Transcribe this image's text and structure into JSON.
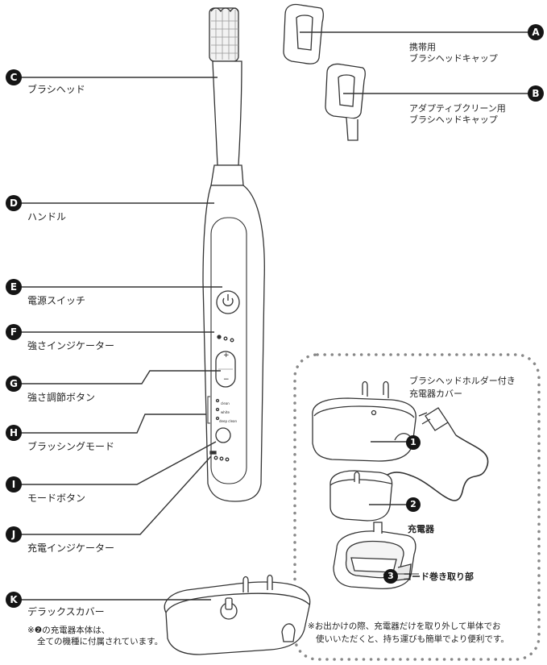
{
  "parts": {
    "a": {
      "badge": "A",
      "line1": "携帯用",
      "line2": "ブラシヘッドキャップ"
    },
    "b": {
      "badge": "B",
      "line1": "アダプティブクリーン用",
      "line2": "ブラシヘッドキャップ"
    },
    "c": {
      "badge": "C",
      "label": "ブラシヘッド"
    },
    "d": {
      "badge": "D",
      "label": "ハンドル"
    },
    "e": {
      "badge": "E",
      "label": "電源スイッチ"
    },
    "f": {
      "badge": "F",
      "label": "強さインジケーター"
    },
    "g": {
      "badge": "G",
      "label": "強さ調節ボタン"
    },
    "h": {
      "badge": "H",
      "label": "ブラッシングモード"
    },
    "i": {
      "badge": "I",
      "label": "モードボタン"
    },
    "j": {
      "badge": "J",
      "label": "充電インジケーター"
    },
    "k": {
      "badge": "K",
      "label": "デラックスカバー"
    }
  },
  "handle_text": {
    "plus": "+",
    "minus": "−",
    "mode1": "clean",
    "mode2": "white",
    "mode3": "deep clean"
  },
  "k_note": {
    "line1": "※❷の充電器本体は、",
    "line2": "全ての機種に付属されています。"
  },
  "charger": {
    "cover_label_line1": "ブラシヘッドホルダー付き",
    "cover_label_line2": "充電器カバー",
    "n1": "1",
    "n2": "2",
    "n2_label": "充電器",
    "n3": "3",
    "n3_label": "コード巻き取り部",
    "note_line1": "※お出かけの際、充電器だけを取り外して単体でお",
    "note_line2": "使いいただくと、持ち運びも簡単でより便利です。"
  }
}
